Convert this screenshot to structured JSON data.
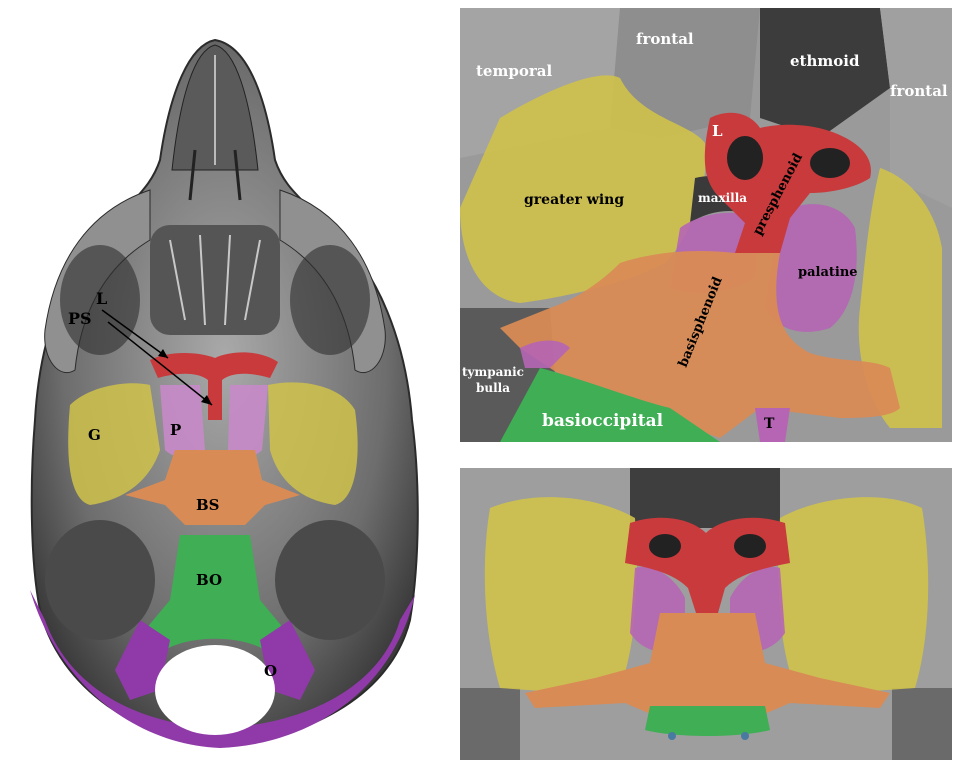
{
  "colors": {
    "greater_wing": "#cfc24a",
    "presphenoid": "#c83a3c",
    "palatine": "#b565b4",
    "basisphenoid": "#d98b55",
    "basioccipital": "#3fae55",
    "occipital": "#8f3aa8",
    "bone_dark": "#3c3c3c",
    "bone_mid": "#808080",
    "bone_light": "#b8b8b8",
    "background_scan": "#9a9a9a"
  },
  "left_panel": {
    "labels": {
      "L": "L",
      "PS": "PS",
      "G": "G",
      "P": "P",
      "BS": "BS",
      "BO": "BO",
      "O": "O"
    }
  },
  "top_right_panel": {
    "labels": {
      "temporal": "temporal",
      "frontal_top": "frontal",
      "ethmoid": "ethmoid",
      "frontal_right": "frontal",
      "L": "L",
      "greater_wing": "greater wing",
      "maxilla": "maxilla",
      "presphenoid": "presphenoid",
      "palatine": "palatine",
      "basisphenoid": "basisphenoid",
      "tympanic_line1": "tympanic",
      "tympanic_line2": "bulla",
      "basioccipital": "basioccipital",
      "T": "T"
    }
  },
  "bottom_right_panel": {}
}
